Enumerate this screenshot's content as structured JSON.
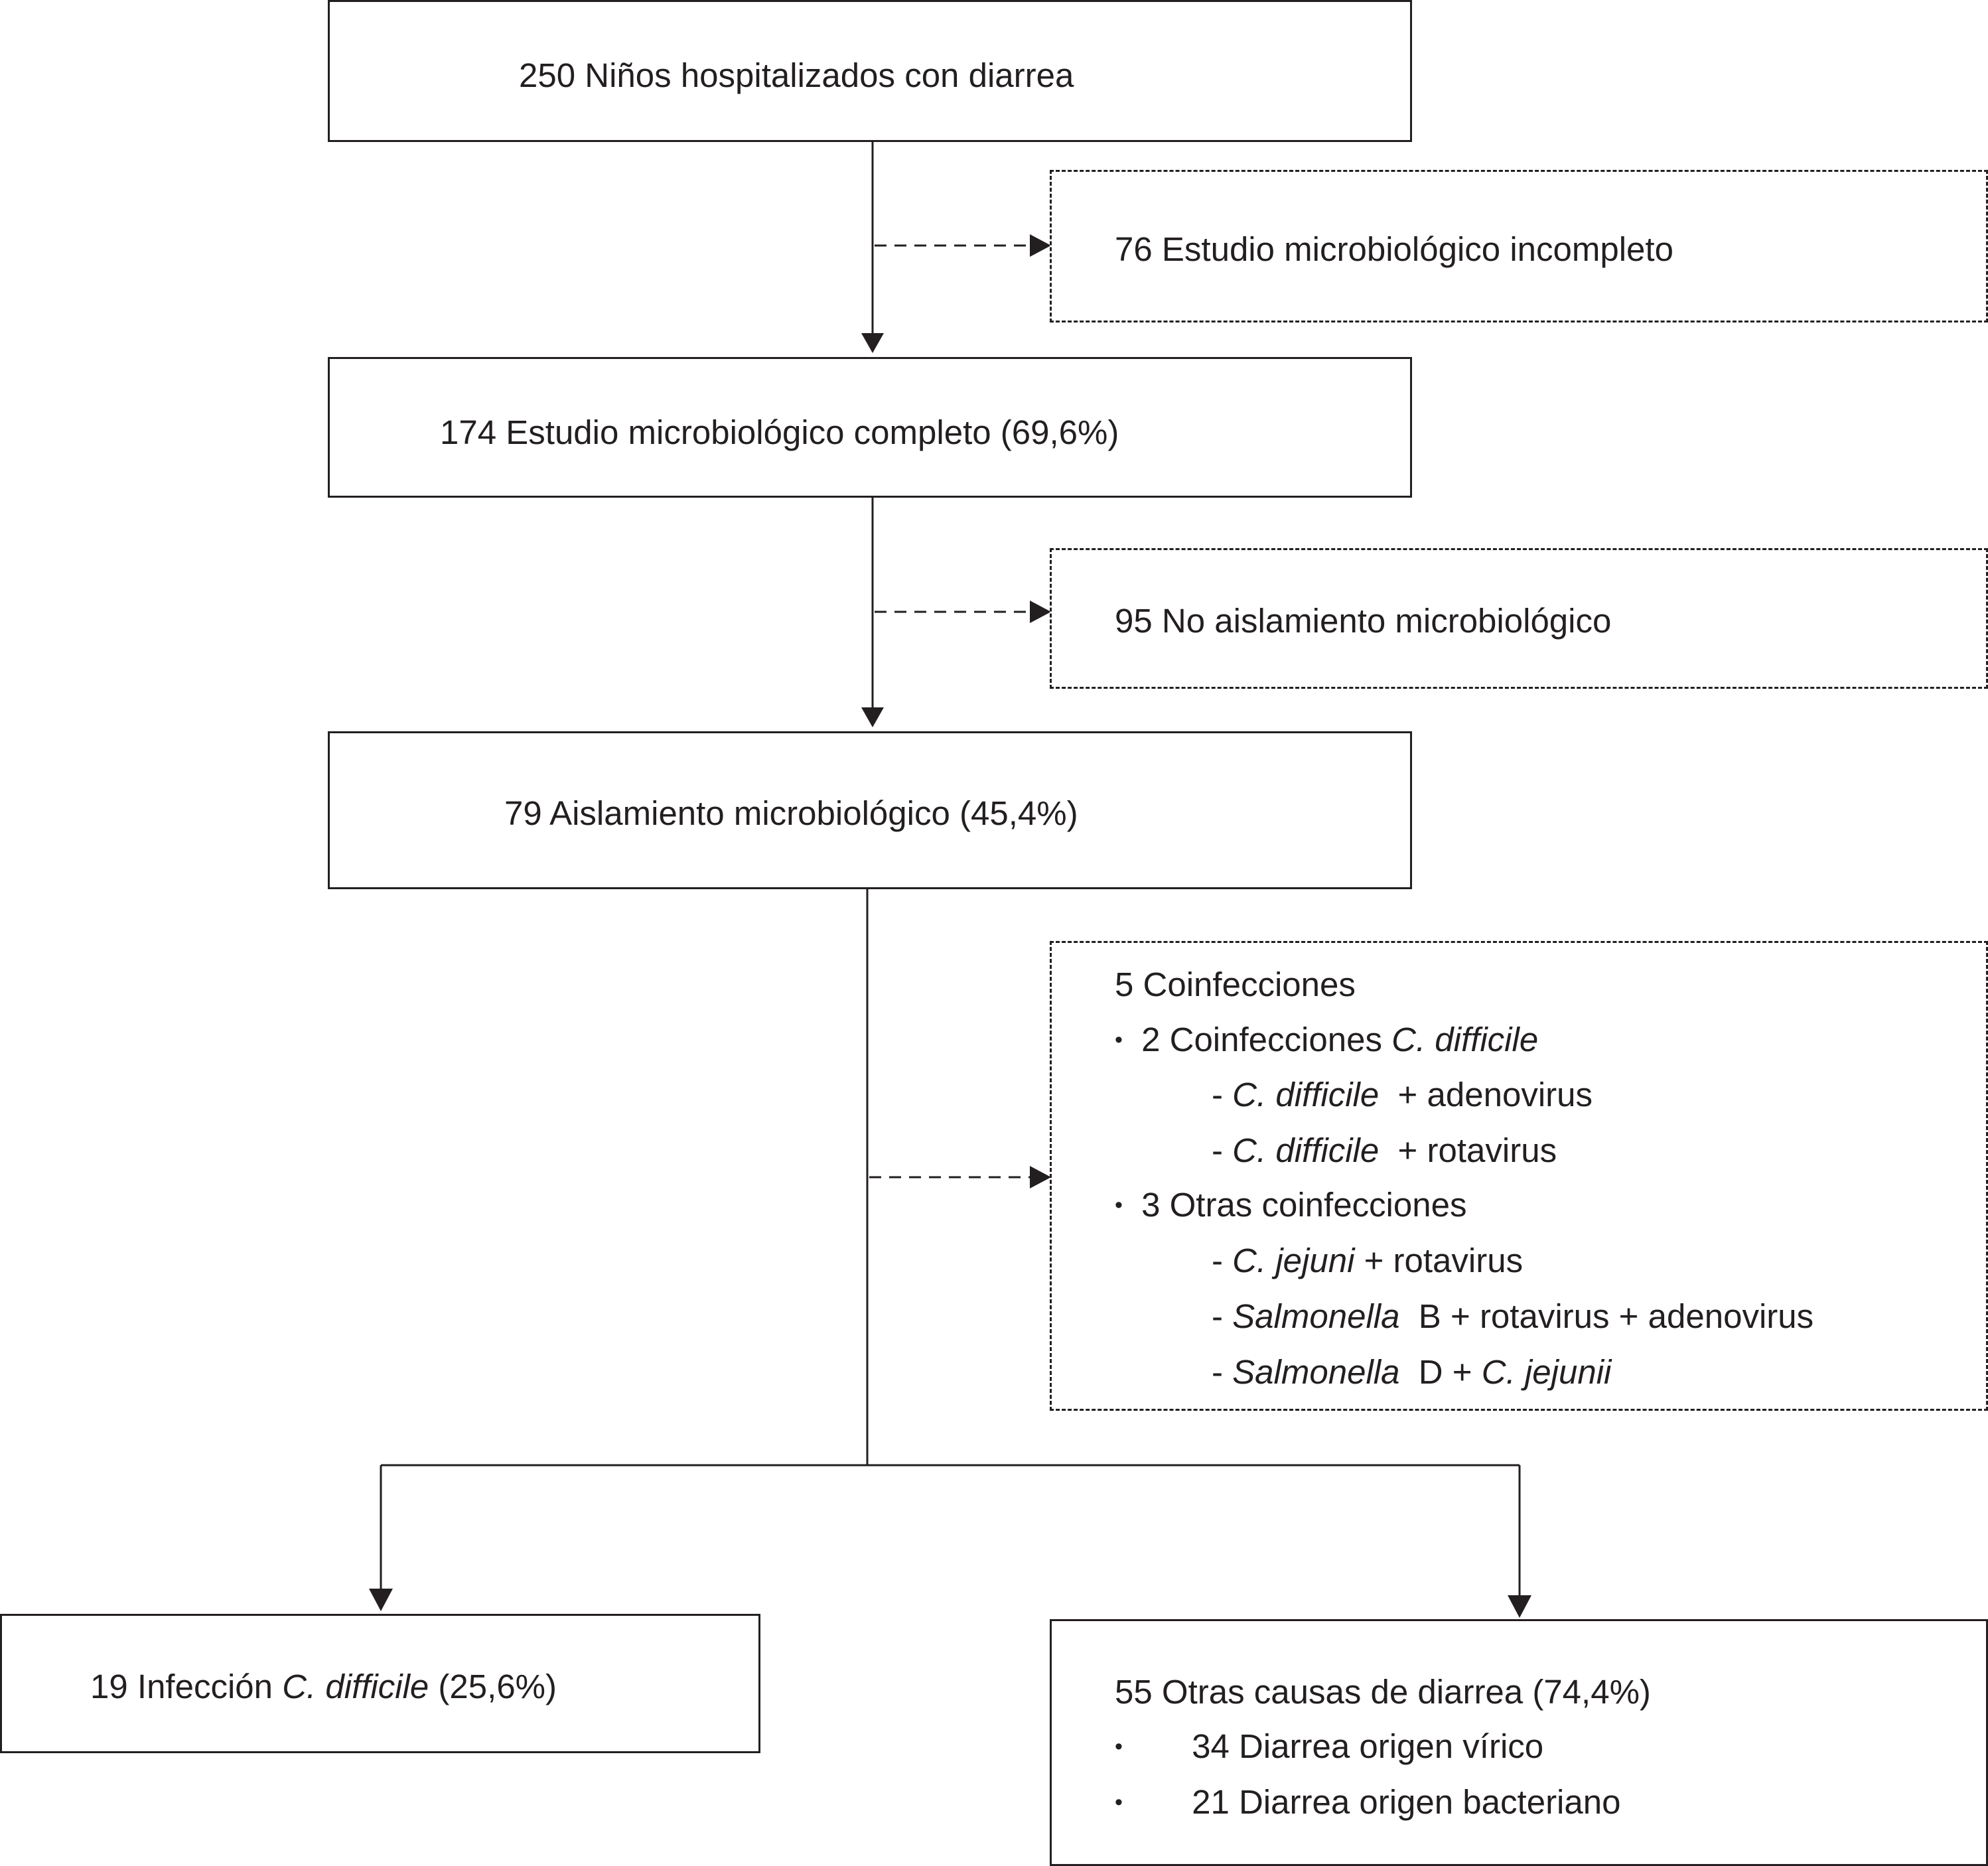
{
  "boxes": {
    "b1": "250 Niños hospitalizados con diarrea",
    "b2": "76 Estudio microbiológico incompleto",
    "b3": "174 Estudio microbiológico completo (69,6%)",
    "b4": "95 No aislamiento microbiológico",
    "b5": "79 Aislamiento microbiológico (45,4%)",
    "b6": {
      "title": "5 Coinfecciones",
      "group1": {
        "bullet": "•",
        "prefix": "2 Coinfecciones ",
        "italic": "C. difficile"
      },
      "g1_item1": {
        "dash": "- ",
        "italic": "C. difficile",
        "rest": "  + adenovirus"
      },
      "g1_item2": {
        "dash": "- ",
        "italic": "C. difficile",
        "rest": "  + rotavirus"
      },
      "group2": {
        "bullet": "•",
        "text": "3 Otras coinfecciones"
      },
      "g2_item1": {
        "dash": "- ",
        "italic": "C. jejuni",
        "rest": " + rotavirus"
      },
      "g2_item2": {
        "dash": "- ",
        "italic": "Salmonella",
        "rest": "  B + rotavirus + adenovirus"
      },
      "g2_item3": {
        "dash": "- ",
        "italic": "Salmonella",
        "mid": "  D + ",
        "italic2": "C. jejunii"
      }
    },
    "b7": {
      "prefix": "19 Infección ",
      "italic": "C. difficile",
      "suffix": " (25,6%)"
    },
    "b8": {
      "title": "55 Otras causas de diarrea (74,4%)",
      "item1": {
        "bullet": "•",
        "text": "34 Diarrea origen vírico"
      },
      "item2": {
        "bullet": "•",
        "text": "21 Diarrea origen bacteriano"
      }
    }
  }
}
